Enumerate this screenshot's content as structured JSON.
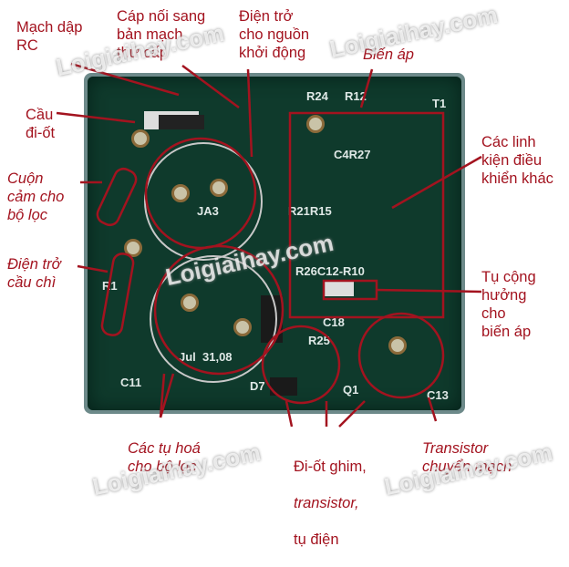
{
  "labels": {
    "rc_snubber": "Mạch dập\nRC",
    "cable": "Cáp nối sang\nbản mạch\nthứ cấp",
    "startup_resistor": "Điện trở\ncho nguồn\nkhởi động",
    "transformer": "Biến áp",
    "diode_bridge": "Cầu\nđi-ốt",
    "filter_inductor": "Cuộn\ncảm cho\nbộ lọc",
    "fuse_resistor": "Điện trở\ncầu chì",
    "other_control": "Các linh\nkiện điều\nkhiển khác",
    "resonant_cap": "Tụ cộng\nhưởng\ncho\nbiến áp",
    "filter_caps": "Các tụ hoá\ncho bộ lọc",
    "clamp_diode_line1": "Đi-ốt ghim,",
    "clamp_diode_line2": "transistor,",
    "clamp_diode_line3": "tụ điện",
    "switching_transistor": "Transistor\nchuyển mạch"
  },
  "pcb_markings": {
    "date": "Jul  31,08",
    "r24": "R24",
    "r12": "R12",
    "t1": "T1",
    "c4r27": "C4R27",
    "r21r15": "R21R15",
    "r26c12r10": "R26C12-R10",
    "c18": "C18",
    "r25": "R25",
    "d7": "D7",
    "q1": "Q1",
    "c13": "C13",
    "c11": "C11",
    "ja3": "JA3",
    "r1": "R1"
  },
  "watermark": "Loigiaihay.com",
  "colors": {
    "annotation": "#a3131f",
    "pcb": "#0f3a2c"
  }
}
